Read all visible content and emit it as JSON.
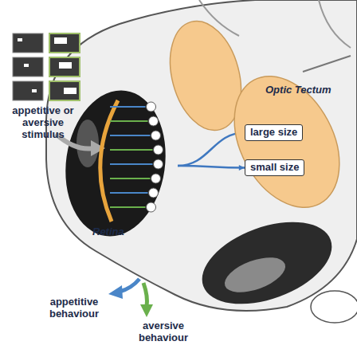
{
  "diagram": {
    "nodes": [
      {
        "text": [
          "Retina"
        ]
      },
      {
        "text": [
          "Optic Tectum"
        ]
      },
      {
        "text": [
          "large size"
        ],
        "in": 1
      },
      {
        "text": [
          "small size"
        ],
        "in": 1
      }
    ],
    "edges": [
      {
        "from": 0,
        "to": 2,
        "arrow": "to"
      },
      {
        "from": 0,
        "to": 3,
        "arrow": "to"
      }
    ],
    "labels": [
      "appetitive or aversive stimulus",
      "appetitive behaviour",
      "aversive behaviour"
    ]
  }
}
